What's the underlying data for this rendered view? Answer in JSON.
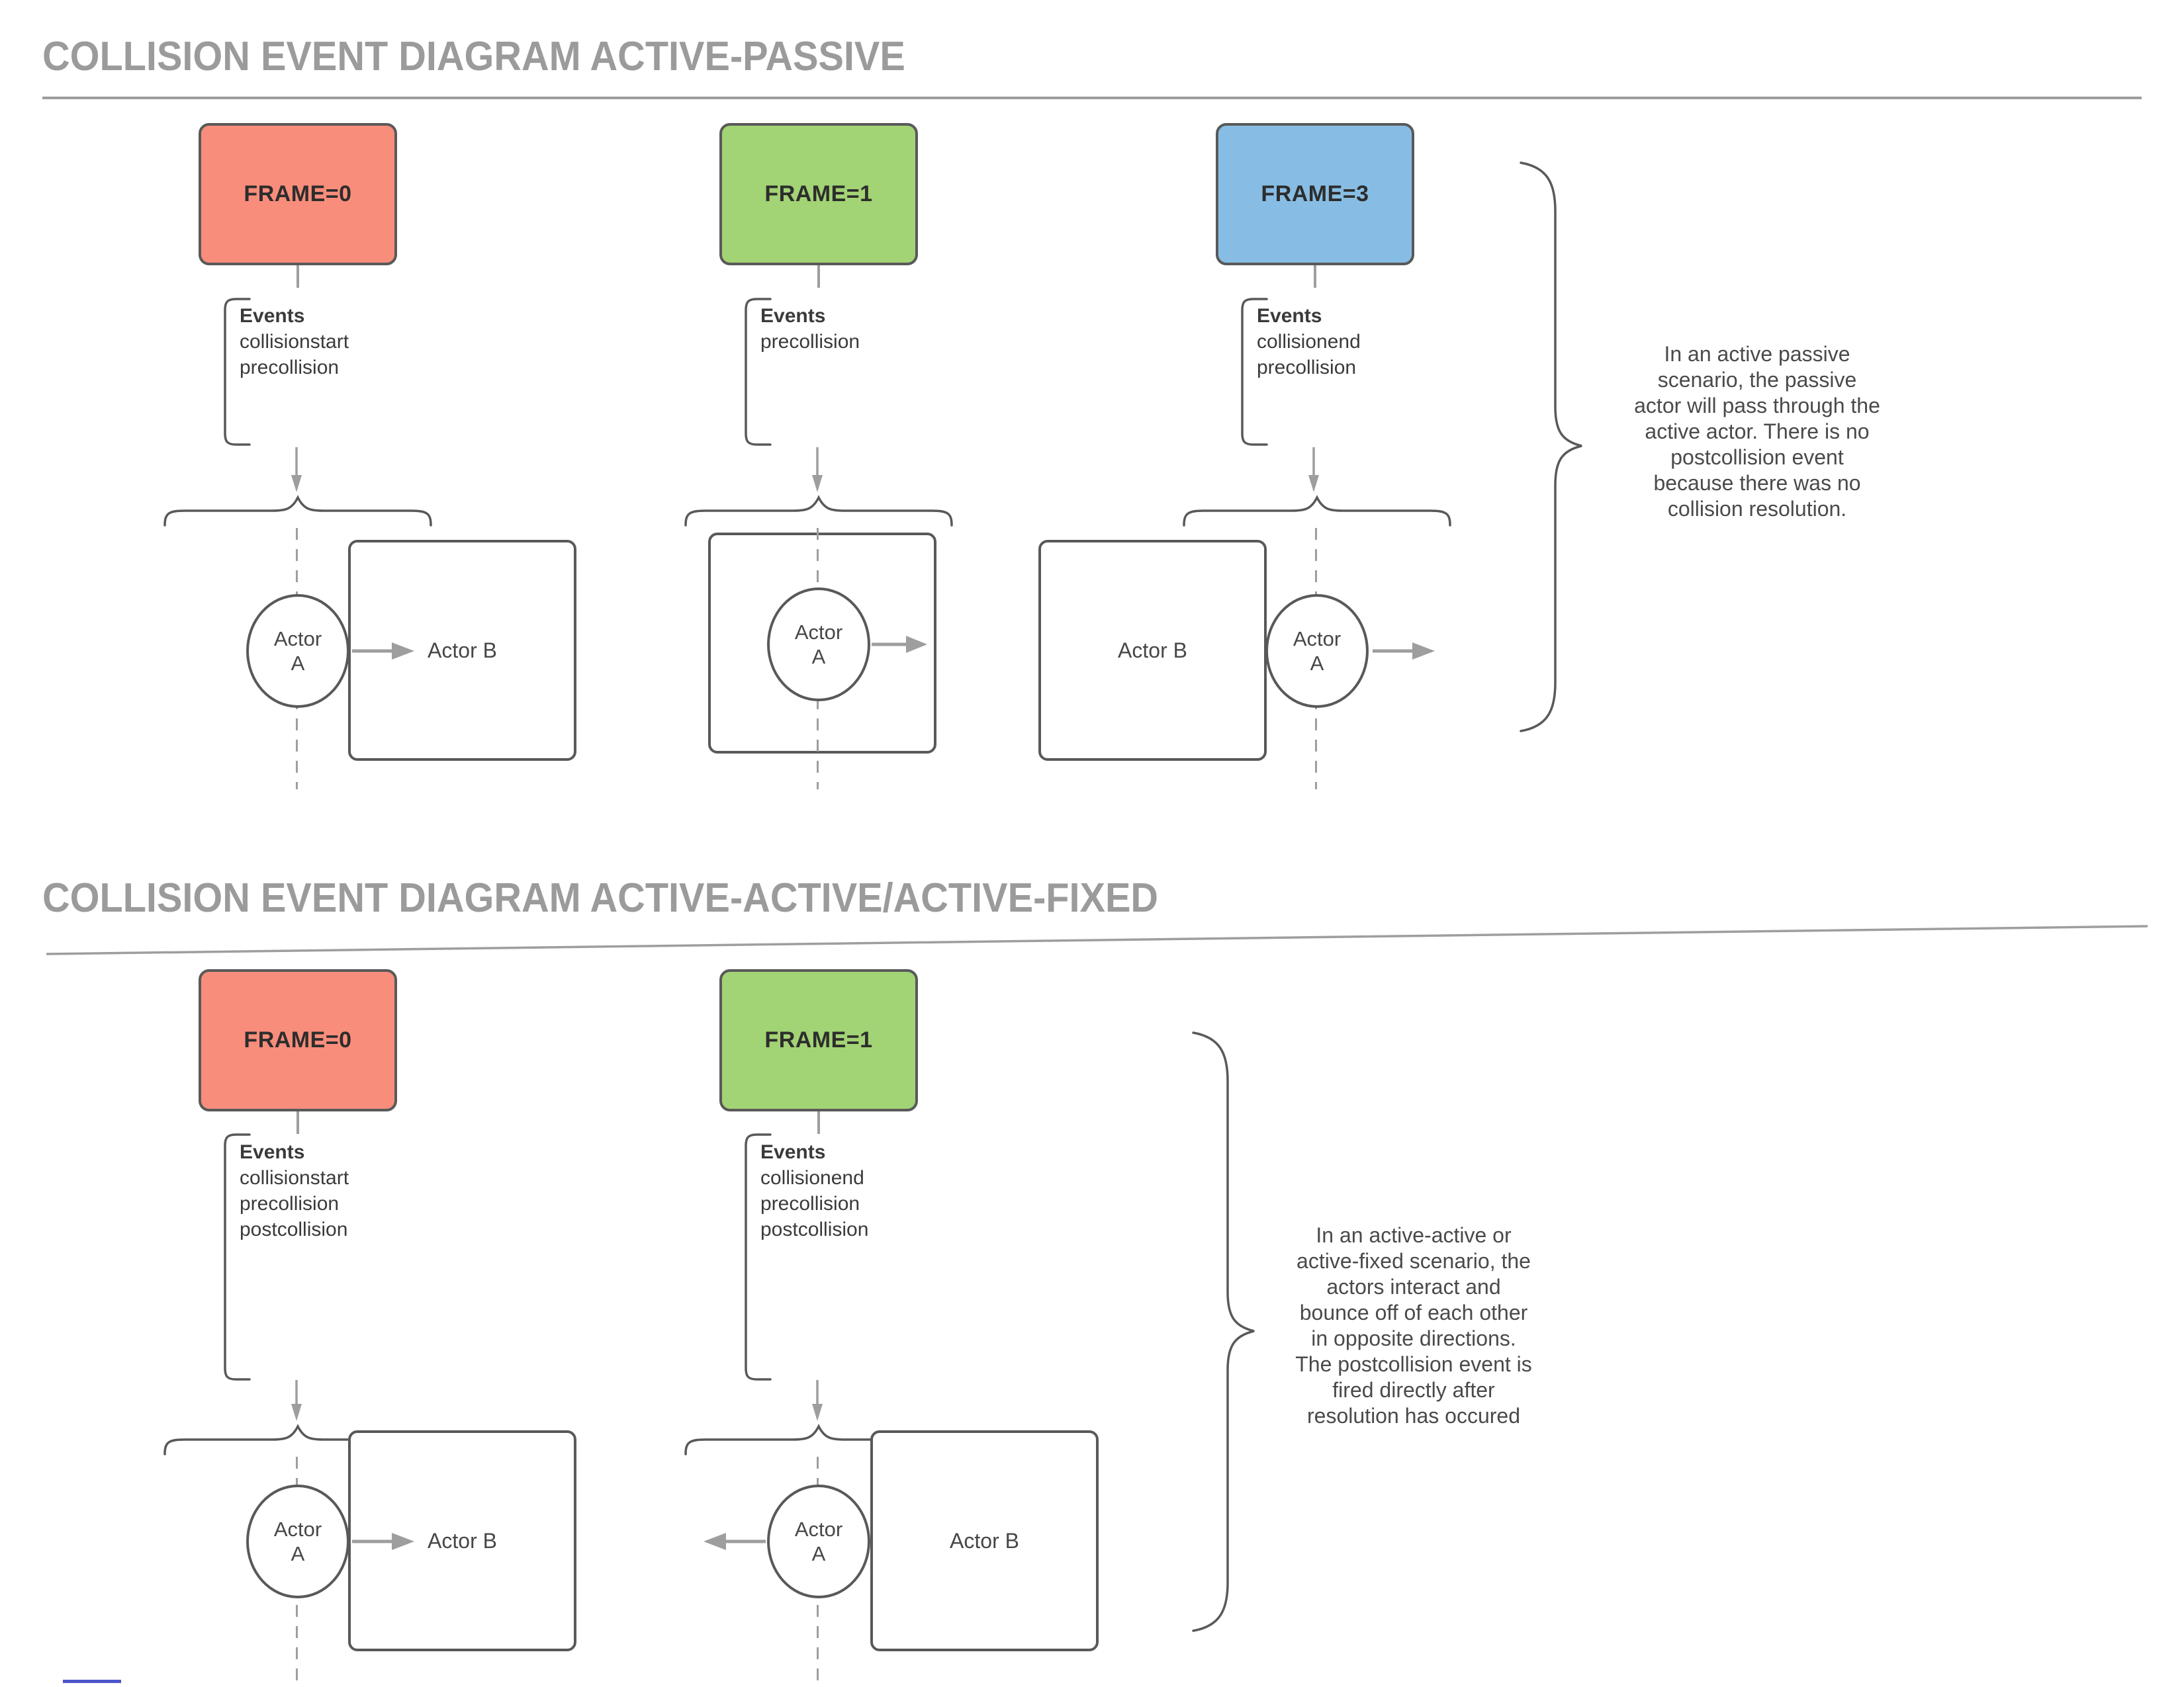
{
  "labels": {
    "actor_a_line1": "Actor",
    "actor_a_line2": "A",
    "actor_b": "Actor B",
    "events_title": "Events"
  },
  "sections": [
    {
      "title": "COLLISION EVENT DIAGRAM ACTIVE-PASSIVE",
      "frames": [
        {
          "label": "FRAME=0",
          "fill": "#f98d7b",
          "events": [
            "collisionstart",
            "precollision"
          ]
        },
        {
          "label": "FRAME=1",
          "fill": "#a2d374",
          "events": [
            "precollision"
          ]
        },
        {
          "label": "FRAME=3",
          "fill": "#87bde4",
          "events": [
            "collisionend",
            "precollision"
          ]
        }
      ],
      "note_lines": [
        "In an active passive",
        "scenario, the passive",
        "actor will pass through the",
        "active actor. There is no",
        "postcollision event",
        "because there was no",
        "collision resolution."
      ]
    },
    {
      "title": "COLLISION EVENT DIAGRAM ACTIVE-ACTIVE/ACTIVE-FIXED",
      "frames": [
        {
          "label": "FRAME=0",
          "fill": "#f98d7b",
          "events": [
            "collisionstart",
            "precollision",
            "postcollision"
          ]
        },
        {
          "label": "FRAME=1",
          "fill": "#a2d374",
          "events": [
            "collisionend",
            "precollision",
            "postcollision"
          ]
        }
      ],
      "note_lines": [
        "In an active-active or",
        "active-fixed scenario, the",
        "actors interact and",
        "bounce off of each other",
        "in opposite directions.",
        "The postcollision event is",
        "fired directly after",
        "resolution has occured"
      ]
    }
  ],
  "colors": {
    "frame_red": "#f98d7b",
    "frame_green": "#a2d374",
    "frame_blue": "#87bde4",
    "stroke_dark": "#595959",
    "stroke_light": "#9e9e9e",
    "title_gray": "#9b9b9b",
    "text": "#3a3a3a",
    "stray_mark": "#4c55c8"
  }
}
